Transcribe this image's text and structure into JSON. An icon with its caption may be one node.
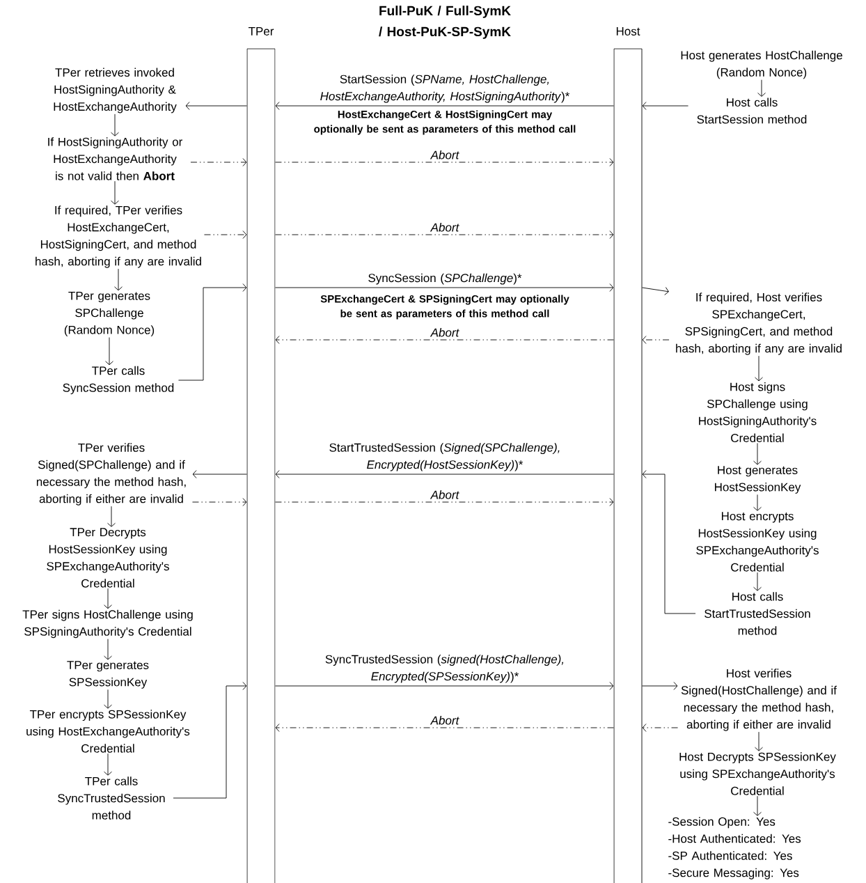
{
  "diagram": {
    "title": "Full-PuK / Full-SymK / Host-PuK-SP-SymK",
    "nodes": [
      {
        "text": [
          "TPer"
        ]
      },
      {
        "text": [
          "Host"
        ]
      },
      {
        "text": [
          "TPer retrieves invoked HostSigningAuthority & HostExchangeAuthority"
        ]
      },
      {
        "text": [
          "If HostSigningAuthority or HostExchangeAuthority is not valid then **Abort**"
        ]
      },
      {
        "text": [
          "If required, TPer verifies HostExchangeCert, HostSigningCert, and method hash, aborting if any are invalid"
        ]
      },
      {
        "text": [
          "TPer generates SPChallenge (Random Nonce)"
        ]
      },
      {
        "text": [
          "TPer calls SyncSession method"
        ]
      },
      {
        "text": [
          "TPer verifies Signed(SPChallenge) and if necessary the method hash, aborting if either are invalid"
        ]
      },
      {
        "text": [
          "TPer Decrypts HostSessionKey using SPExchangeAuthority's Credential"
        ]
      },
      {
        "text": [
          "TPer signs HostChallenge using SPSigningAuthority's Credential"
        ]
      },
      {
        "text": [
          "TPer generates SPSessionKey"
        ]
      },
      {
        "text": [
          "TPer encrypts SPSessionKey using HostExchangeAuthority's Credential"
        ]
      },
      {
        "text": [
          "TPer calls SyncTrustedSession method"
        ]
      },
      {
        "text": [
          "Host generates HostChallenge (Random Nonce)"
        ]
      },
      {
        "text": [
          "Host calls StartSession method"
        ]
      },
      {
        "text": [
          "If required, Host verifies SPExchangeCert, SPSigningCert, and method hash, aborting if any are invalid"
        ]
      },
      {
        "text": [
          "Host signs SPChallenge using HostSigningAuthority's Credential"
        ]
      },
      {
        "text": [
          "Host generates HostSessionKey"
        ]
      },
      {
        "text": [
          "Host encrypts HostSessionKey using SPExchangeAuthority's Credential"
        ]
      },
      {
        "text": [
          "Host calls StartTrustedSession method"
        ]
      },
      {
        "text": [
          "Host verifies Signed(HostChallenge) and if necessary the method hash, aborting if either are invalid"
        ]
      },
      {
        "text": [
          "Host Decrypts SPSessionKey using SPExchangeAuthority's Credential"
        ]
      },
      {
        "text": [
          "-Session Open: Yes",
          "-Host Authenticated: Yes",
          "-SP Authenticated: Yes",
          "-Secure Messaging: Yes"
        ]
      }
    ],
    "edges": [
      {
        "from": 1,
        "to": 0,
        "arrow": "to",
        "label": "StartSession (*SPName, HostChallenge, HostExchangeAuthority, HostSigningAuthority*)*"
      },
      {
        "from": 0,
        "to": 1,
        "arrow": "to",
        "style": "dashed",
        "label": "Abort"
      },
      {
        "from": 0,
        "to": 1,
        "arrow": "to",
        "style": "dashed",
        "label": "Abort"
      },
      {
        "from": 0,
        "to": 1,
        "arrow": "to",
        "label": "SyncSession (*SPChallenge*)*"
      },
      {
        "from": 1,
        "to": 0,
        "arrow": "to",
        "style": "dashed",
        "label": "Abort"
      },
      {
        "from": 1,
        "to": 0,
        "arrow": "to",
        "label": "StartTrustedSession (*Signed(SPChallenge), Encrypted(HostSessionKey)*)*"
      },
      {
        "from": 0,
        "to": 1,
        "arrow": "to",
        "style": "dashed",
        "label": "Abort"
      },
      {
        "from": 0,
        "to": 1,
        "arrow": "to",
        "label": "SyncTrustedSession (*signed(HostChallenge), Encrypted(SPSessionKey)*)*"
      },
      {
        "from": 1,
        "to": 0,
        "arrow": "to",
        "style": "dashed",
        "label": "Abort"
      },
      {
        "from": 14,
        "to": 1,
        "arrow": "to"
      },
      {
        "from": 0,
        "to": 2,
        "arrow": "to"
      },
      {
        "from": 3,
        "to": 0,
        "arrow": "to",
        "style": "dashed"
      },
      {
        "from": 4,
        "to": 0,
        "arrow": "to",
        "style": "dashed"
      },
      {
        "from": 6,
        "to": 0,
        "arrow": "to"
      },
      {
        "from": 1,
        "to": 15,
        "arrow": "to"
      },
      {
        "from": 15,
        "to": 1,
        "arrow": "to",
        "style": "dashed"
      },
      {
        "from": 19,
        "to": 1,
        "arrow": "to"
      },
      {
        "from": 0,
        "to": 7,
        "arrow": "to"
      },
      {
        "from": 7,
        "to": 0,
        "arrow": "to",
        "style": "dashed"
      },
      {
        "from": 12,
        "to": 0,
        "arrow": "to"
      },
      {
        "from": 1,
        "to": 20,
        "arrow": "to"
      },
      {
        "from": 20,
        "to": 1,
        "arrow": "to",
        "style": "dashed"
      },
      {
        "from": 13,
        "to": 14,
        "arrow": "to"
      },
      {
        "from": 2,
        "to": 3,
        "arrow": "to"
      },
      {
        "from": 3,
        "to": 4,
        "arrow": "to"
      },
      {
        "from": 4,
        "to": 5,
        "arrow": "to"
      },
      {
        "from": 5,
        "to": 6,
        "arrow": "to"
      },
      {
        "from": 7,
        "to": 8,
        "arrow": "to"
      },
      {
        "from": 8,
        "to": 9,
        "arrow": "to"
      },
      {
        "from": 9,
        "to": 10,
        "arrow": "to"
      },
      {
        "from": 10,
        "to": 11,
        "arrow": "to"
      },
      {
        "from": 11,
        "to": 12,
        "arrow": "to"
      },
      {
        "from": 15,
        "to": 16,
        "arrow": "to"
      },
      {
        "from": 16,
        "to": 17,
        "arrow": "to"
      },
      {
        "from": 17,
        "to": 18,
        "arrow": "to"
      },
      {
        "from": 18,
        "to": 19,
        "arrow": "to"
      },
      {
        "from": 20,
        "to": 21,
        "arrow": "to"
      },
      {
        "from": 21,
        "to": 22,
        "arrow": "to"
      }
    ],
    "labels": [
      "HostExchangeCert & HostSigningCert may optionally be sent as parameters of this method call",
      "SPExchangeCert & SPSigningCert may optionally be sent as parameters of this method call"
    ]
  }
}
